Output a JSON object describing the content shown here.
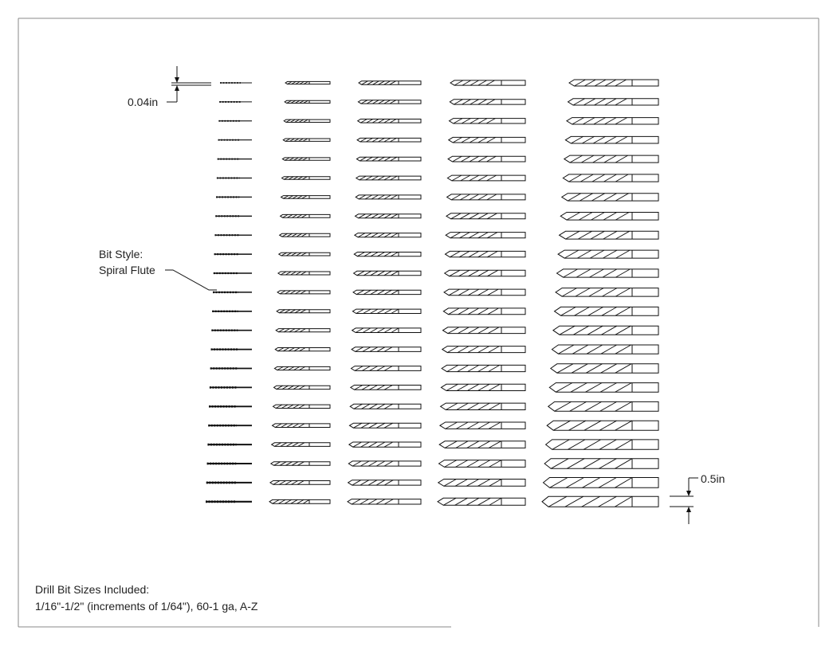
{
  "colors": {
    "line": "#111111",
    "frame": "#888888",
    "text": "#222222",
    "background": "#ffffff"
  },
  "dimensions": {
    "small": {
      "label": "0.04in",
      "value_in": 0.04
    },
    "large": {
      "label": "0.5in",
      "value_in": 0.5
    }
  },
  "callout": {
    "line1": "Bit Style:",
    "line2": "Spiral Flute"
  },
  "notes": {
    "line1": "Drill Bit Sizes Included:",
    "line2": "1/16\"-1/2\" (increments of 1/64\"), 60-1 ga, A-Z"
  },
  "bit_grid": {
    "style": "spiral-flute",
    "columns": 5,
    "rows": 23
  }
}
